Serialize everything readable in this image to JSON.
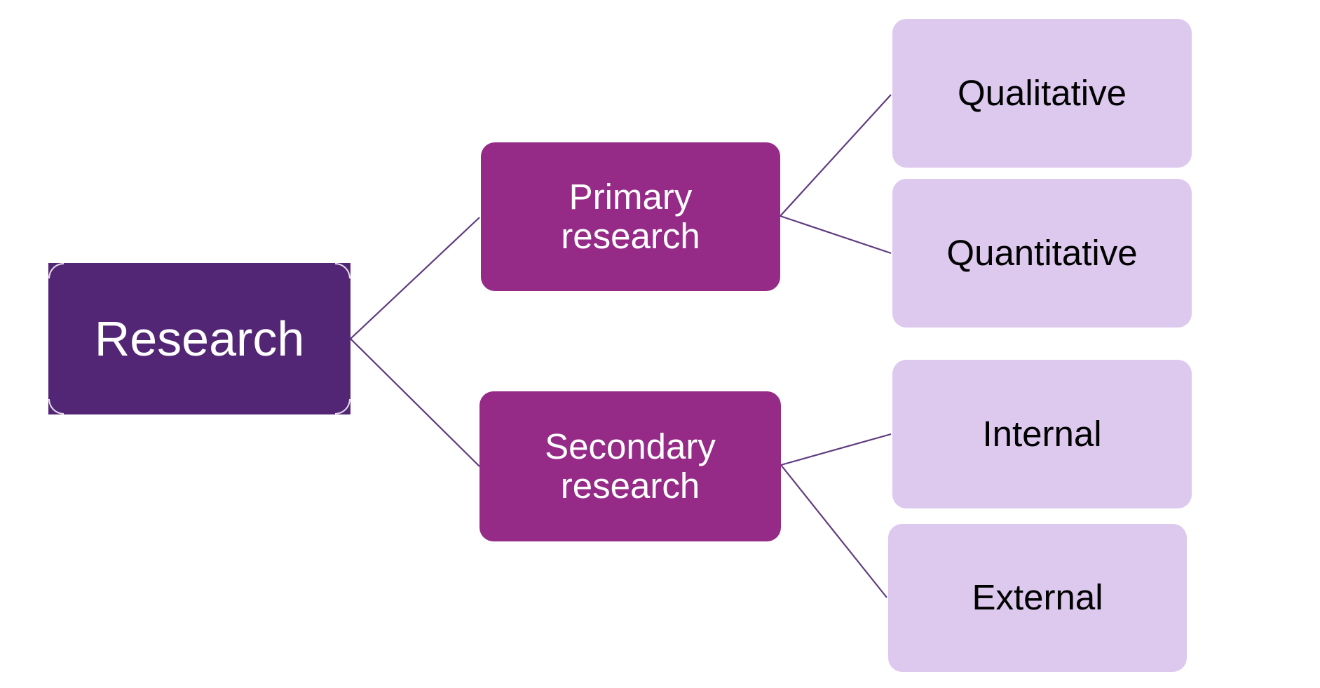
{
  "diagram": {
    "type": "hierarchy-tree",
    "colors": {
      "root_fill": "#532675",
      "level1_fill": "#952a87",
      "level2_fill": "#ddc8ee",
      "connector": "#5e3c80",
      "background": "#ffffff"
    },
    "root": {
      "id": "root",
      "label": "Research"
    },
    "level1": [
      {
        "id": "primary",
        "label_lines": [
          "Primary",
          "research"
        ],
        "parent": "root"
      },
      {
        "id": "secondary",
        "label_lines": [
          "Secondary",
          "research"
        ],
        "parent": "root"
      }
    ],
    "level2": [
      {
        "id": "qualitative",
        "label": "Qualitative",
        "parent": "primary"
      },
      {
        "id": "quantitative",
        "label": "Quantitative",
        "parent": "primary"
      },
      {
        "id": "internal",
        "label": "Internal",
        "parent": "secondary"
      },
      {
        "id": "external",
        "label": "External",
        "parent": "secondary"
      }
    ],
    "edges": [
      {
        "from": "root",
        "to": "primary"
      },
      {
        "from": "root",
        "to": "secondary"
      },
      {
        "from": "primary",
        "to": "qualitative"
      },
      {
        "from": "primary",
        "to": "quantitative"
      },
      {
        "from": "secondary",
        "to": "internal"
      },
      {
        "from": "secondary",
        "to": "external"
      }
    ]
  }
}
